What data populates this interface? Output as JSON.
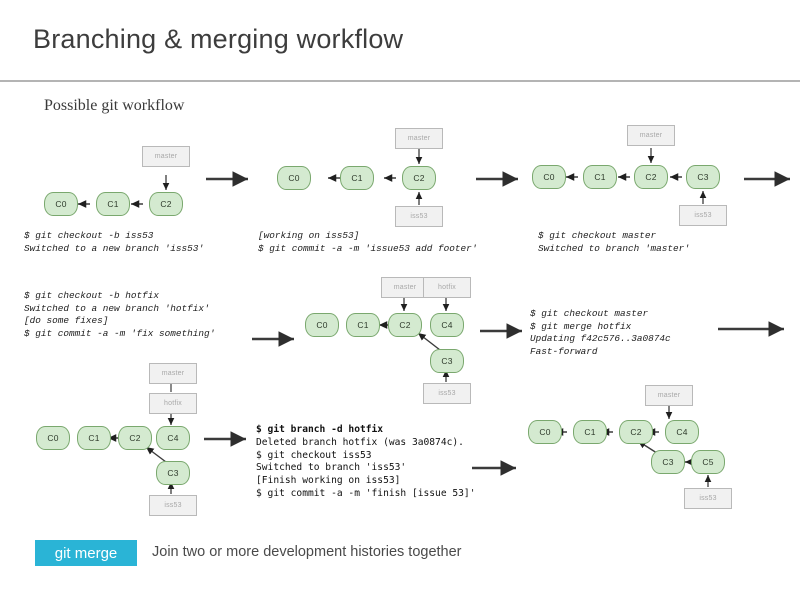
{
  "slide": {
    "title": "Branching & merging workflow",
    "subtitle": "Possible git workflow"
  },
  "footer": {
    "badge_label": "git merge",
    "description": "Join two or more development histories together",
    "badge_color": "#2ab4d6"
  },
  "colors": {
    "commit_fill": "#d4ead0",
    "commit_border": "#7aa86e",
    "branch_fill": "#f1f1f1",
    "branch_border": "#b9b9b9",
    "arrow": "#3a3a3a",
    "rule": "#b4b4b4"
  },
  "nodes": {
    "c0": "C0",
    "c1": "C1",
    "c2": "C2",
    "c3": "C3",
    "c4": "C4",
    "c5": "C5",
    "master": "master",
    "iss53": "iss53",
    "hotfix": "hotfix"
  },
  "panels": [
    {
      "id": "p1",
      "commits": [
        "C0",
        "C1",
        "C2"
      ],
      "branch_labels": [
        "master"
      ],
      "terminal": "$ git checkout -b iss53\nSwitched to a new branch 'iss53'"
    },
    {
      "id": "p2",
      "commits": [
        "C0",
        "C1",
        "C2"
      ],
      "branch_labels": [
        "master",
        "iss53"
      ],
      "terminal": "[working on iss53]\n$ git commit -a -m 'issue53 add footer'"
    },
    {
      "id": "p3",
      "commits": [
        "C0",
        "C1",
        "C2",
        "C3"
      ],
      "branch_labels": [
        "master",
        "iss53"
      ],
      "terminal": "$ git checkout master\nSwitched to branch 'master'"
    },
    {
      "id": "p4",
      "commits": [],
      "branch_labels": [],
      "terminal": "$ git checkout -b hotfix\nSwitched to a new branch 'hotfix'\n[do some fixes]\n$ git commit -a -m 'fix something'"
    },
    {
      "id": "p5",
      "commits": [
        "C0",
        "C1",
        "C2",
        "C4",
        "C3"
      ],
      "branch_labels": [
        "master",
        "hotfix",
        "iss53"
      ],
      "terminal": ""
    },
    {
      "id": "p6",
      "commits": [],
      "branch_labels": [],
      "terminal": "$ git checkout master\n$ git merge hotfix\nUpdating f42c576..3a0874c\nFast-forward"
    },
    {
      "id": "p7",
      "commits": [
        "C0",
        "C1",
        "C2",
        "C4",
        "C3"
      ],
      "branch_labels": [
        "master",
        "hotfix",
        "iss53"
      ],
      "terminal": ""
    },
    {
      "id": "p8",
      "commits": [],
      "branch_labels": [],
      "terminal_bold_first_line": "$ git branch -d hotfix",
      "terminal": "Deleted branch hotfix (was 3a0874c).\n$ git checkout iss53\nSwitched to branch 'iss53'\n[Finish working on iss53]\n$ git commit -a -m 'finish [issue 53]'"
    },
    {
      "id": "p9",
      "commits": [
        "C0",
        "C1",
        "C2",
        "C4",
        "C3",
        "C5"
      ],
      "branch_labels": [
        "master",
        "iss53"
      ],
      "terminal": ""
    }
  ]
}
